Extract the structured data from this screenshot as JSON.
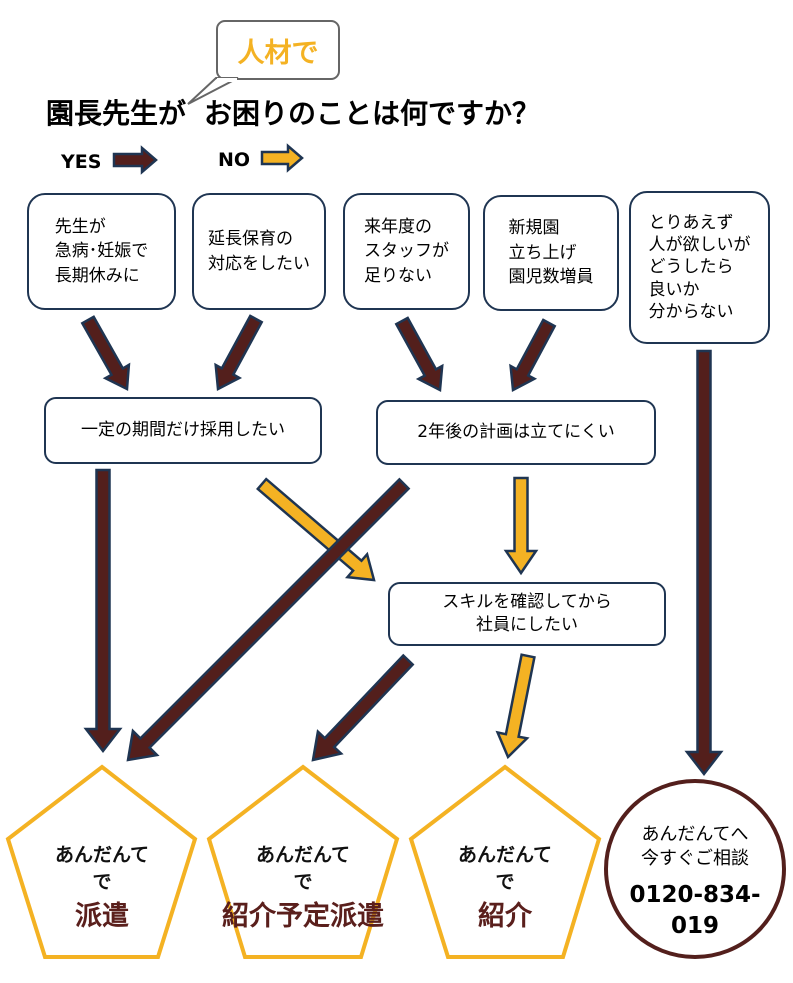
{
  "header": {
    "bubble_text": "人材で",
    "title_part1": "園長先生が",
    "title_part2": "お困りのことは何ですか？"
  },
  "legend": {
    "yes_label": "YES",
    "no_label": "NO",
    "yes_color": "#531f1c",
    "no_color": "#f4b223",
    "arrow_outline_color": "#1f3552"
  },
  "questions": [
    {
      "id": "q1",
      "text": "先生が\n急病･妊娠で\n長期休みに"
    },
    {
      "id": "q2",
      "text": "延長保育の\n対応をしたい"
    },
    {
      "id": "q3",
      "text": "来年度の\nスタッフが\n足りない"
    },
    {
      "id": "q4",
      "text": "新規園\n立ち上げ\n園児数増員"
    },
    {
      "id": "q5",
      "text": "とりあえず\n人が欲しいが\nどうしたら\n良いか\n分からない"
    }
  ],
  "middle": [
    {
      "id": "m1",
      "text": "一定の期間だけ採用したい"
    },
    {
      "id": "m2",
      "text": "2年後の計画は立てにくい"
    },
    {
      "id": "m3",
      "text": "スキルを確認してから\n社員にしたい"
    }
  ],
  "outcomes": [
    {
      "id": "o1",
      "line1": "あんだんて",
      "line2": "で",
      "service": "派遣"
    },
    {
      "id": "o2",
      "line1": "あんだんて",
      "line2": "で",
      "service": "紹介予定派遣"
    },
    {
      "id": "o3",
      "line1": "あんだんて",
      "line2": "で",
      "service": "紹介"
    }
  ],
  "contact": {
    "line1": "あんだんてへ",
    "line2": "今すぐご相談",
    "phone": "0120-834-019"
  },
  "colors": {
    "box_border": "#1f3552",
    "pentagon_border": "#f4b223",
    "circle_border": "#531f1c",
    "service_text": "#5a1f1c",
    "bubble_text": "#f4b223"
  }
}
